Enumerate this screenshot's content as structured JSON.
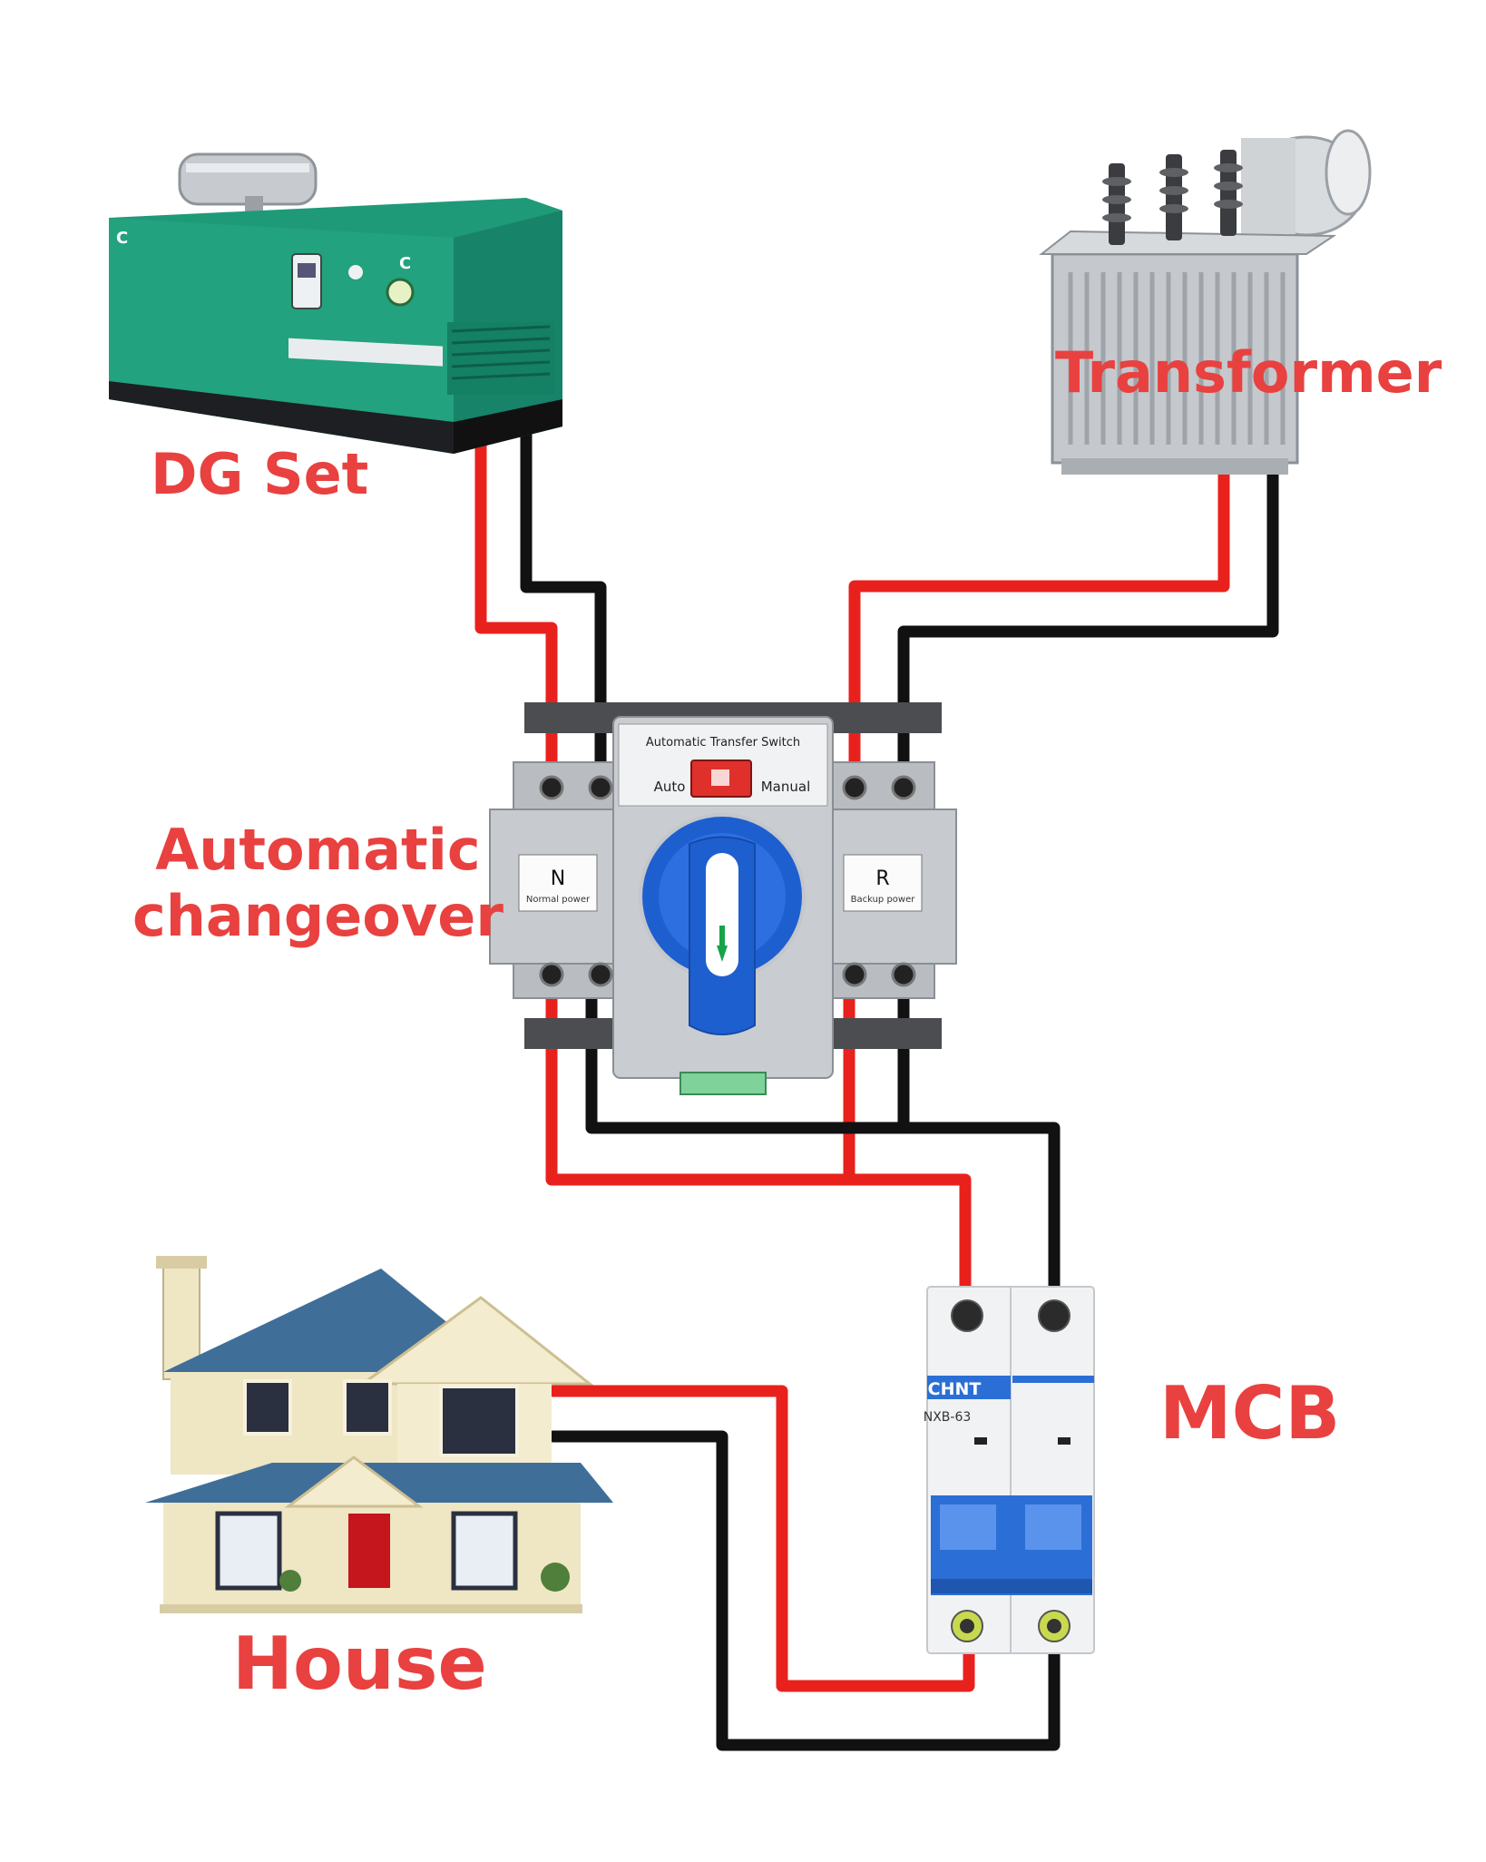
{
  "labels": {
    "dg_set": "DG Set",
    "transformer": "Transformer",
    "ats_line1": "Automatic",
    "ats_line2": "changeover",
    "mcb": "MCB",
    "house": "House"
  },
  "ats": {
    "plate_text": "Automatic Transfer Switch",
    "mode_auto": "Auto",
    "mode_manual": "Manual",
    "left_tag": "N",
    "left_tag_sub": "Normal power",
    "right_tag": "R",
    "right_tag_sub": "Backup power"
  },
  "mcb": {
    "brand": "CHNT",
    "model": "NXB-63"
  },
  "colors": {
    "label": "#e8413f",
    "phase_wire": "#e8211d",
    "neutral_wire": "#111111",
    "generator": "#1f9a78",
    "ats_handle": "#1e5fd0",
    "mcb_toggle": "#2b6fd6",
    "roof": "#3f6f99"
  }
}
